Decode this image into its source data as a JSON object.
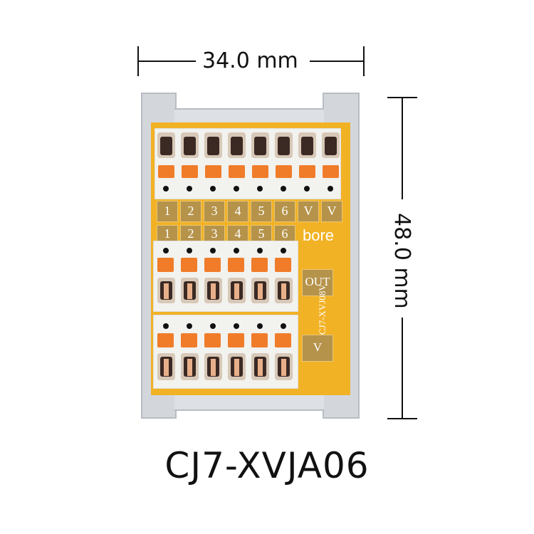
{
  "dimensions": {
    "width_label": "34.0 mm",
    "height_label": "48.0 mm"
  },
  "product": {
    "model": "CJ7-XVJA06",
    "board_print": "CJ7-XVJ08V",
    "brand": "bore",
    "out_label": "OUT",
    "v_label": "V"
  },
  "top_terminals": {
    "labels": [
      "1",
      "2",
      "3",
      "4",
      "5",
      "6",
      "V",
      "V"
    ]
  },
  "middle_terminals": {
    "labels": [
      "1",
      "2",
      "3",
      "4",
      "5",
      "6"
    ]
  },
  "colors": {
    "pcb": "#f2b225",
    "rail": "#d3d7dc",
    "terminal": "#f2f2ee",
    "lever": "#f07c2a",
    "hole": "#3b2a24",
    "label_box": "#b5934a"
  },
  "icons": [
    "terminal-block-icon",
    "lever-icon",
    "contact-hole-icon"
  ]
}
